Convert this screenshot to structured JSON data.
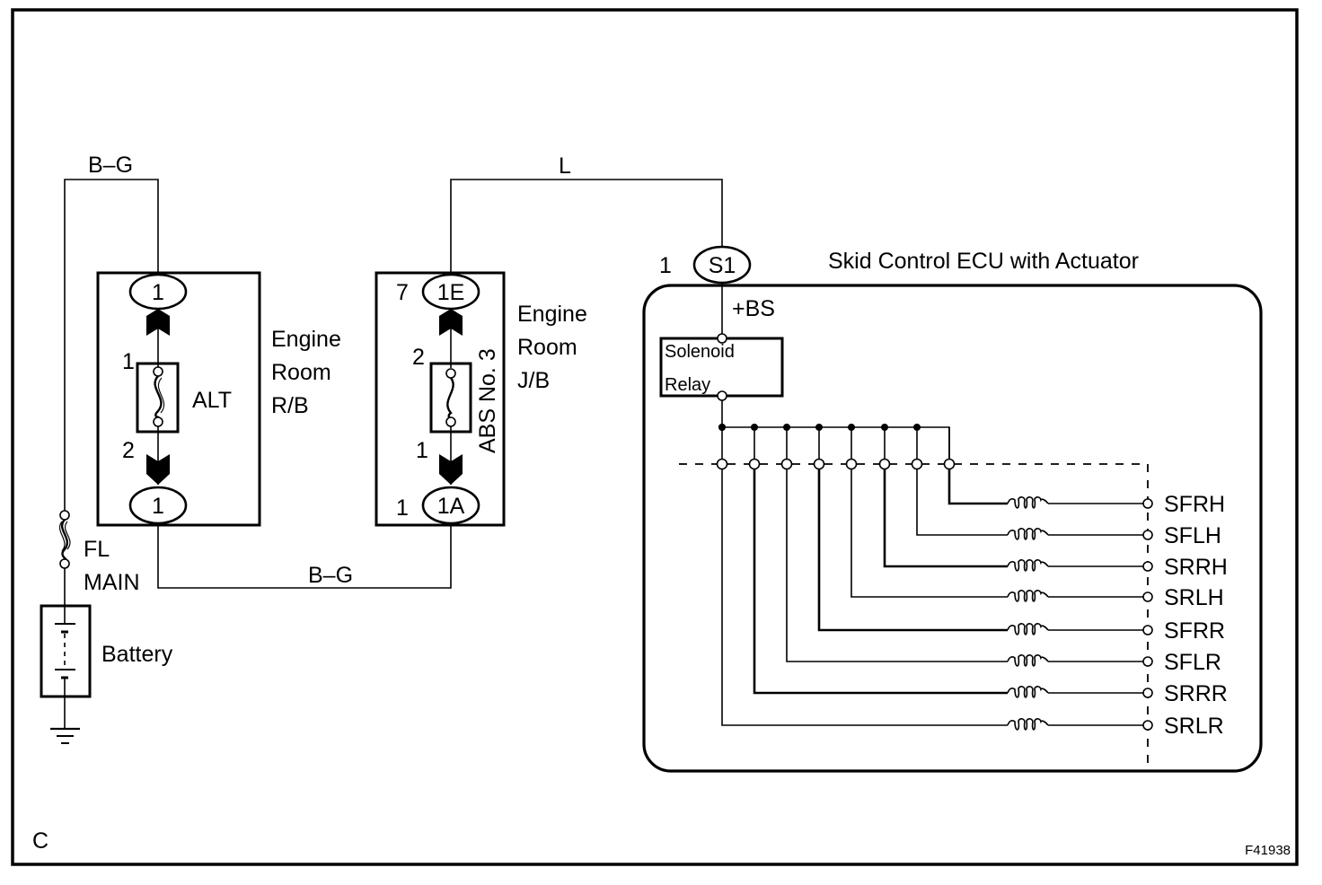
{
  "figure_id": "F41938",
  "corner_letter": "C",
  "wires": {
    "top_left_color": "B–G",
    "top_middle_color": "L",
    "bottom_color": "B–G"
  },
  "fusible_link": {
    "name_line1": "FL",
    "name_line2": "MAIN"
  },
  "battery": {
    "label": "Battery"
  },
  "engine_room_rb": {
    "label_line1": "Engine",
    "label_line2": "Room",
    "label_line3": "R/B",
    "top_connector": "1",
    "bottom_connector": "1",
    "fuse_name": "ALT",
    "fuse_pin_top": "1",
    "fuse_pin_bottom": "2"
  },
  "engine_room_jb": {
    "label_line1": "Engine",
    "label_line2": "Room",
    "label_line3": "J/B",
    "top_connector": "1E",
    "top_pin": "7",
    "bottom_connector": "1A",
    "bottom_pin": "1",
    "fuse_name": "ABS No. 3",
    "fuse_pin_top": "2",
    "fuse_pin_bottom": "1"
  },
  "ecu": {
    "title": "Skid Control ECU with Actuator",
    "connector": "S1",
    "connector_pin": "1",
    "terminal": "+BS",
    "relay_line1": "Solenoid",
    "relay_line2": "Relay",
    "solenoids": [
      "SFRH",
      "SFLH",
      "SRRH",
      "SRLH",
      "SFRR",
      "SFLR",
      "SRRR",
      "SRLR"
    ]
  }
}
